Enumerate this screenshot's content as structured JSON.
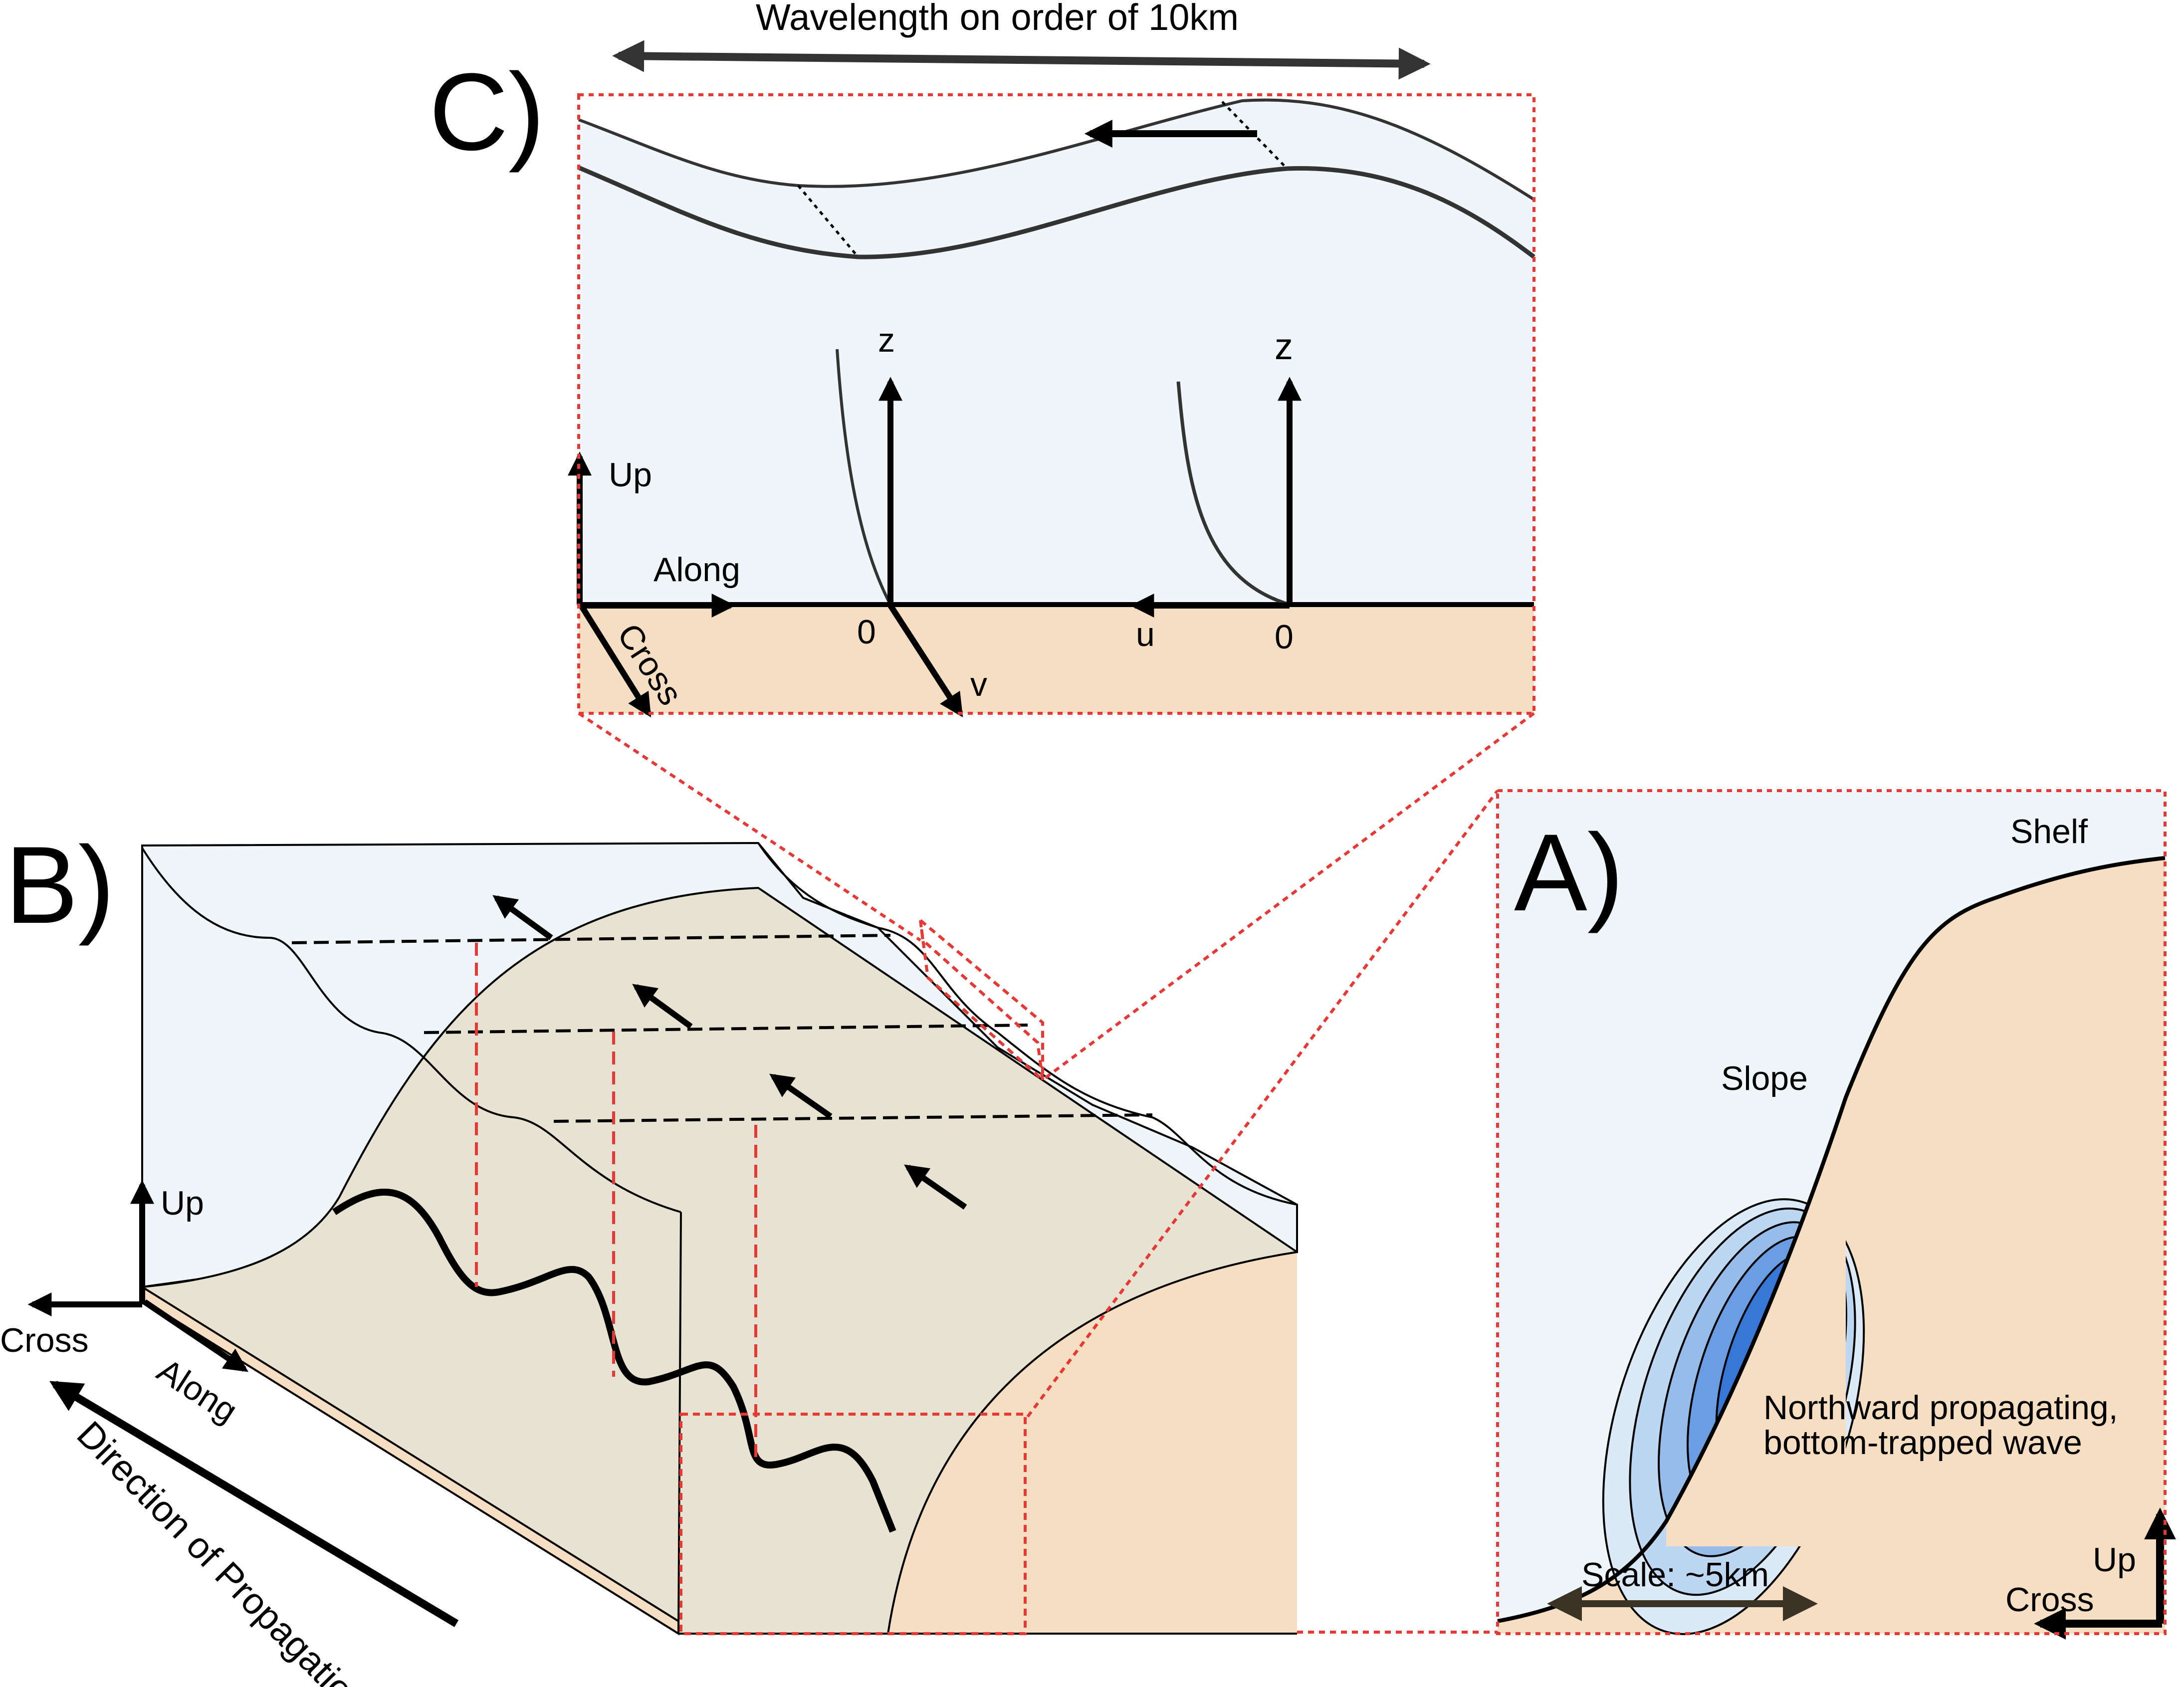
{
  "panel_c": {
    "label": "C)",
    "wavelength_label": "Wavelength on order of 10km",
    "axis_up": "Up",
    "axis_along": "Along",
    "axis_cross": "Cross",
    "profile1_z": "z",
    "profile1_zero": "0",
    "profile1_v": "v",
    "profile2_z": "z",
    "profile2_u": "u",
    "profile2_zero": "0"
  },
  "panel_b": {
    "label": "B)",
    "axis_up": "Up",
    "axis_cross": "Cross",
    "axis_along": "Along",
    "propagation_label": "Direction of Propagation"
  },
  "panel_a": {
    "label": "A)",
    "shelf_label": "Shelf",
    "slope_label": "Slope",
    "wave_label_line1": "Northward propagating,",
    "wave_label_line2": "bottom-trapped wave",
    "scale_label": "Scale: ~5km",
    "axis_up": "Up",
    "axis_cross": "Cross"
  },
  "colors": {
    "water": "#EEF6FA",
    "sediment": "#F6DEC2",
    "slope_surface": "#E8E2D2",
    "zoom_box": "#E53935",
    "wave_dark": "#3777D6",
    "wave_light": "#DCEAF8"
  }
}
